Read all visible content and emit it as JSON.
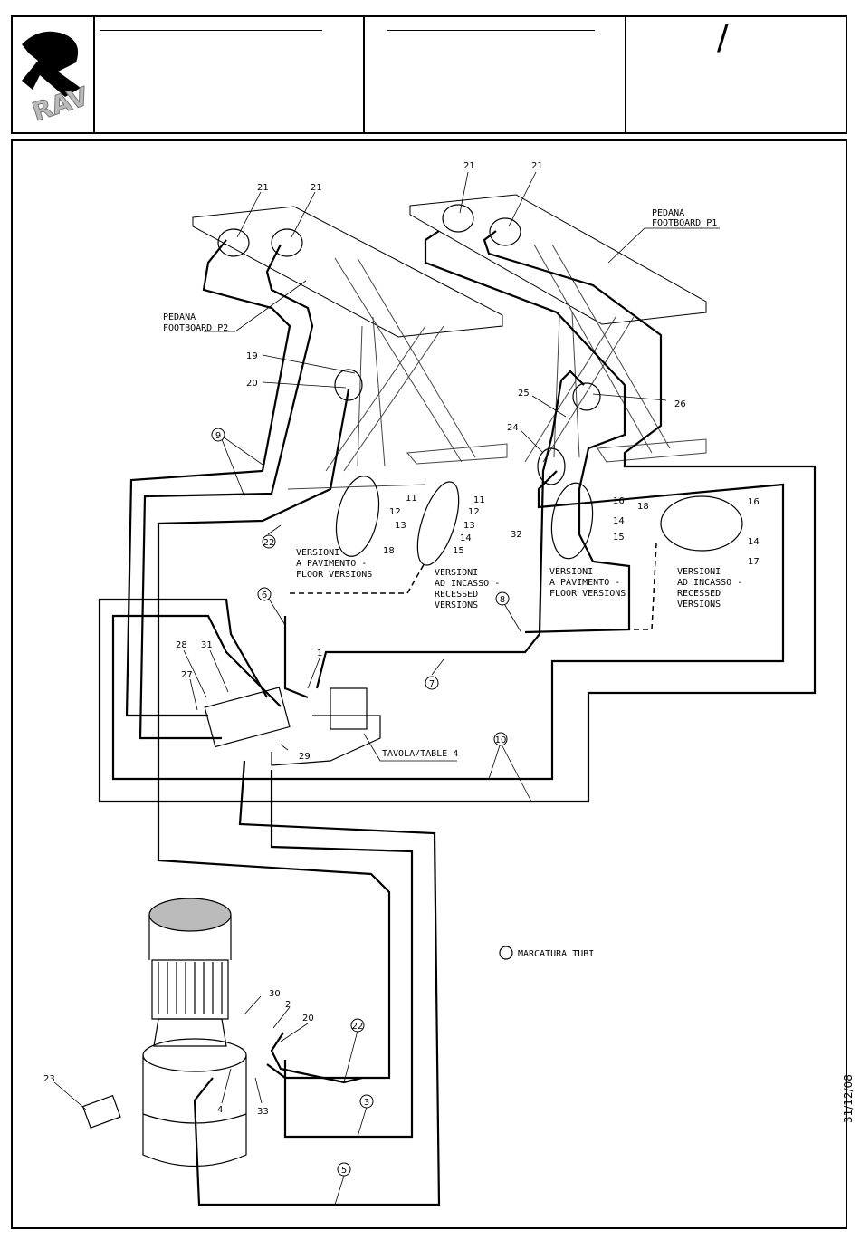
{
  "logo": {
    "text": "RAV"
  },
  "title_block": {
    "slash": "/"
  },
  "labels": {
    "footboard_p2_it": "PEDANA",
    "footboard_p2_en": "FOOTBOARD P2",
    "footboard_p1_it": "PEDANA",
    "footboard_p1_en": "FOOTBOARD P1",
    "floor_it_1": "VERSIONI",
    "floor_it_2": "A PAVIMENTO -",
    "floor_en": "FLOOR VERSIONS",
    "recessed_it_1": "VERSIONI",
    "recessed_it_2": "AD INCASSO -",
    "recessed_en_1": "RECESSED",
    "recessed_en_2": "VERSIONS",
    "floor2_it_1": "VERSIONI",
    "floor2_it_2": "A PAVIMENTO -",
    "floor2_en": "FLOOR VERSIONS",
    "recessed2_it_1": "VERSIONI",
    "recessed2_it_2": "AD INCASSO -",
    "recessed2_en_1": "RECESSED",
    "recessed2_en_2": "VERSIONS",
    "table": "TAVOLA/TABLE 4",
    "legend": "MARCATURA TUBI"
  },
  "parts": {
    "p21a": "21",
    "p21b": "21",
    "p21c": "21",
    "p21d": "21",
    "p19": "19",
    "p20a": "20",
    "p25": "25",
    "p26": "26",
    "p24": "24",
    "p11a": "11",
    "p12a": "12",
    "p13a": "13",
    "p18a": "18",
    "p11b": "11",
    "p12b": "12",
    "p13b": "13",
    "p14b": "14",
    "p15b": "15",
    "p32": "32",
    "p16a": "16",
    "p14c": "14",
    "p15c": "15",
    "p18b": "18",
    "p16b": "16",
    "p14d": "14",
    "p17": "17",
    "p1": "1",
    "p28": "28",
    "p31": "31",
    "p27": "27",
    "p29": "29",
    "p30": "30",
    "p2": "2",
    "p20b": "20",
    "p23": "23",
    "p4": "4",
    "p33": "33"
  },
  "tube_marks": {
    "t9": "9",
    "t22a": "22",
    "t6": "6",
    "t8": "8",
    "t7": "7",
    "t10": "10",
    "t22b": "22",
    "t3": "3",
    "t5": "5"
  },
  "date": "31/12/08"
}
